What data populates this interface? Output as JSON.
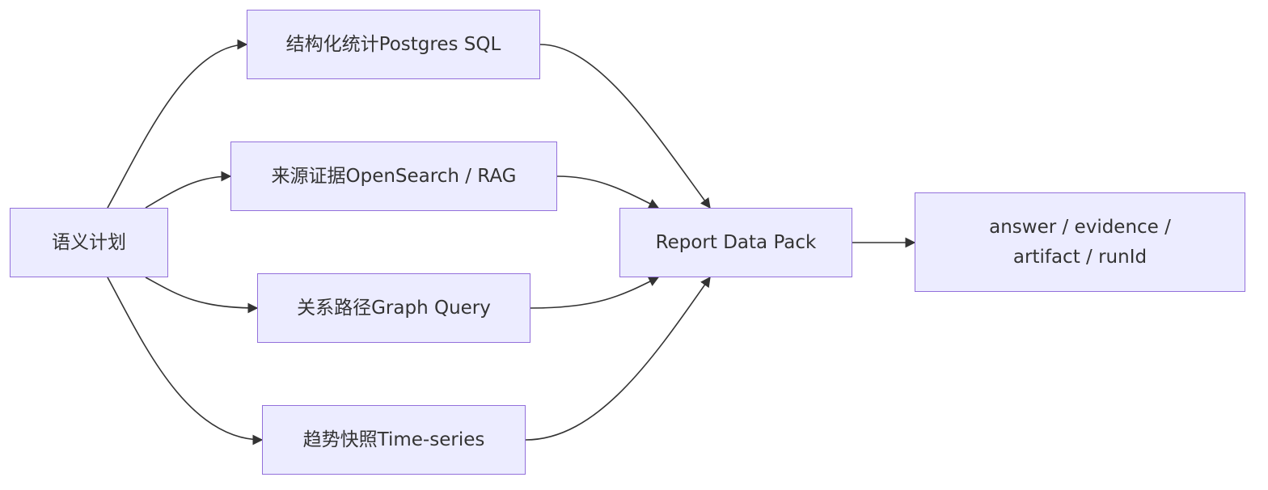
{
  "colors": {
    "node_fill": "#ECECFF",
    "node_border": "#9370DB",
    "edge": "#333333",
    "text": "#333333"
  },
  "nodes": {
    "plan": "语义计划",
    "sql": "结构化统计Postgres SQL",
    "search": "来源证据OpenSearch / RAG",
    "graph": "关系路径Graph Query",
    "timeseries": "趋势快照Time-series",
    "report": "Report Data Pack",
    "output": {
      "line1": "answer / evidence /",
      "line2": "artifact / runId"
    }
  },
  "edges": [
    {
      "from": "plan",
      "to": "sql"
    },
    {
      "from": "plan",
      "to": "search"
    },
    {
      "from": "plan",
      "to": "graph"
    },
    {
      "from": "plan",
      "to": "timeseries"
    },
    {
      "from": "sql",
      "to": "report"
    },
    {
      "from": "search",
      "to": "report"
    },
    {
      "from": "graph",
      "to": "report"
    },
    {
      "from": "timeseries",
      "to": "report"
    },
    {
      "from": "report",
      "to": "output"
    }
  ]
}
